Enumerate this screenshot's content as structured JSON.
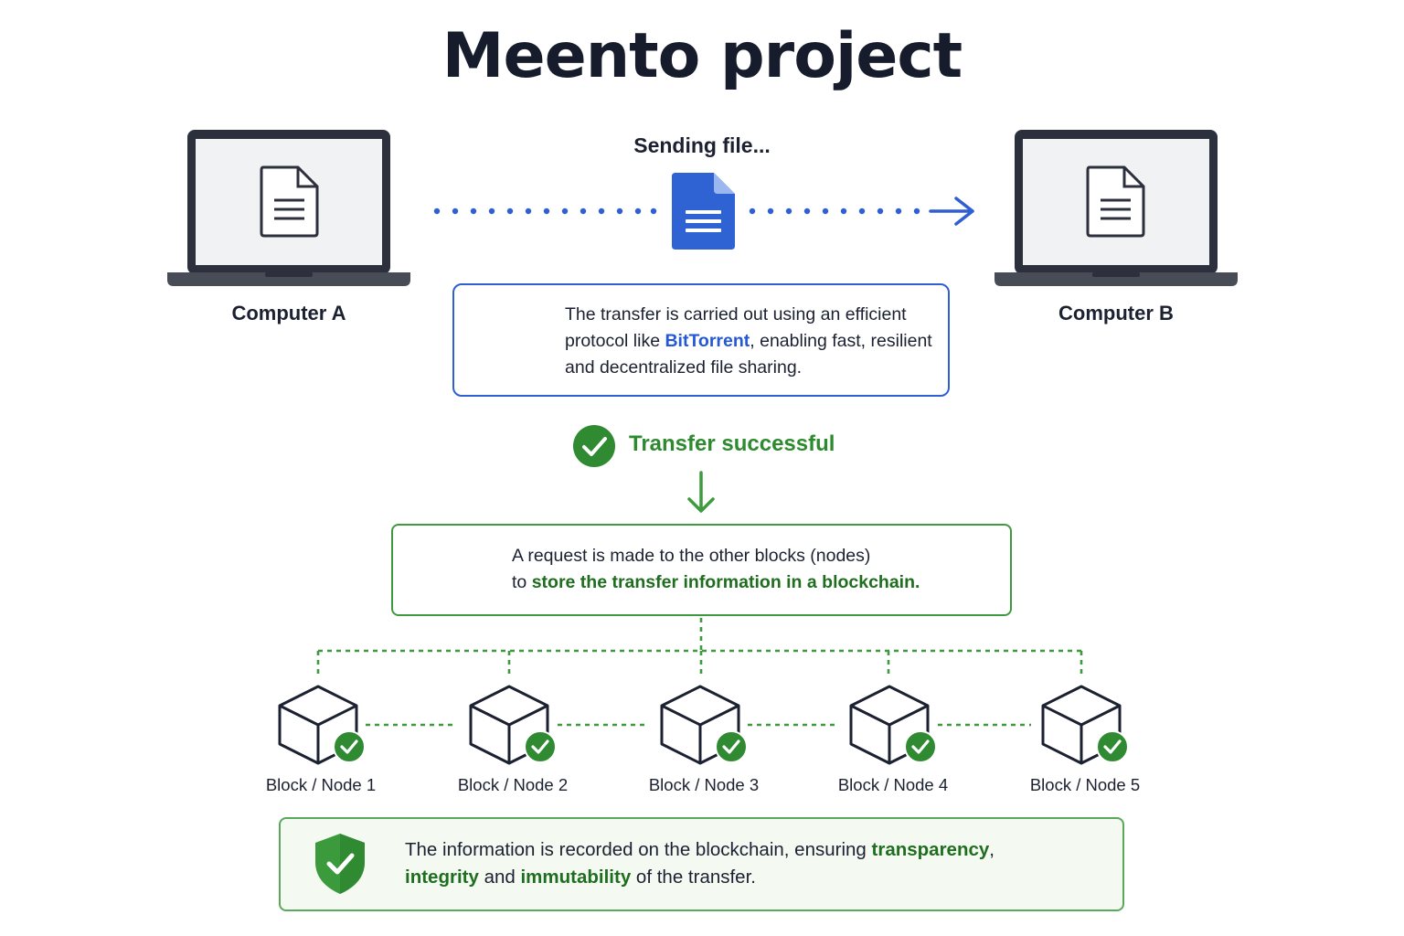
{
  "title": "Meento project",
  "sending_label": "Sending file...",
  "computers": [
    {
      "label": "Computer A"
    },
    {
      "label": "Computer B"
    }
  ],
  "protocol": {
    "text_before": "The transfer is carried out using an efficient protocol like ",
    "highlight": "BitTorrent",
    "text_after": ", enabling fast, resilient and decentralized file sharing."
  },
  "transfer_status": "Transfer successful",
  "request": {
    "line1": "A request is made to the other blocks (nodes)",
    "line2_prefix": "to ",
    "line2_highlight": "store the transfer information in a blockchain."
  },
  "nodes": [
    {
      "label": "Block / Node 1"
    },
    {
      "label": "Block / Node 2"
    },
    {
      "label": "Block / Node 3"
    },
    {
      "label": "Block / Node 4"
    },
    {
      "label": "Block / Node 5"
    }
  ],
  "record": {
    "part1": "The information is recorded on the blockchain, ensuring ",
    "hl1": "transparency",
    "part2": ",",
    "hl2": "integrity",
    "part3": " and ",
    "hl3": "immutability",
    "part4": " of the transfer."
  },
  "colors": {
    "blue": "#2f5fd0",
    "green": "#3e9a3e",
    "dark": "#2b303c"
  }
}
